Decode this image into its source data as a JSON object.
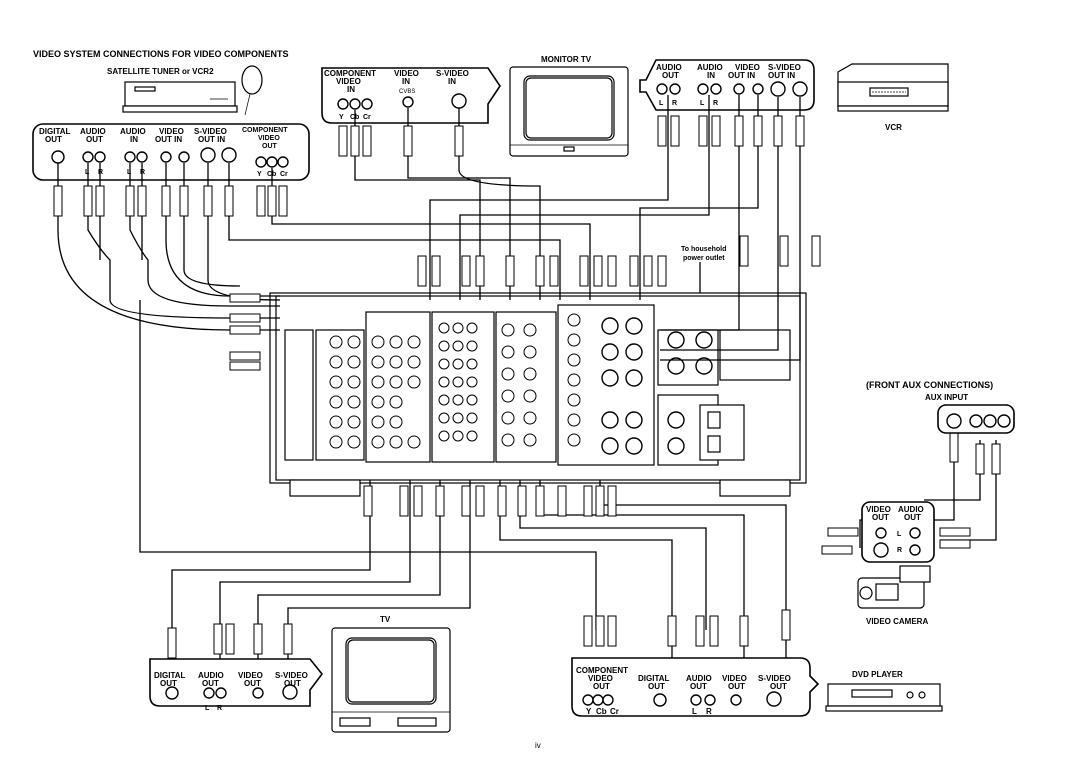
{
  "page": {
    "title": "VIDEO SYSTEM CONNECTIONS FOR VIDEO COMPONENTS",
    "page_number": "iv"
  },
  "devices": {
    "satellite_label": "SATELLITE TUNER or VCR2",
    "monitor_label": "MONITOR TV",
    "vcr_label": "VCR",
    "tv_label": "TV",
    "dvd_label": "DVD PLAYER",
    "camera_label": "VIDEO CAMERA",
    "front_aux_title": "(FRONT AUX CONNECTIONS)",
    "aux_input_label": "AUX INPUT",
    "outlet_note_1": "To household",
    "outlet_note_2": "power outlet"
  },
  "satellite_panel": {
    "terminals": [
      {
        "line1": "DIGITAL",
        "line2": "OUT"
      },
      {
        "line1": "AUDIO",
        "line2": "OUT"
      },
      {
        "line1": "AUDIO",
        "line2": "IN"
      },
      {
        "line1": "VIDEO",
        "line2": "OUT  IN"
      },
      {
        "line1": "S-VIDEO",
        "line2": "OUT  IN"
      },
      {
        "line1": "COMPONENT",
        "line2": "VIDEO",
        "line3": "OUT"
      }
    ],
    "lr": [
      "L",
      "R"
    ],
    "ycbcr": [
      "Y",
      "Cb",
      "Cr"
    ]
  },
  "monitor_panel": {
    "terminals": [
      {
        "line1": "COMPONENT",
        "line2": "VIDEO",
        "line3": "IN"
      },
      {
        "line1": "VIDEO",
        "line2": "IN",
        "line3": "CVBS"
      },
      {
        "line1": "S-VIDEO",
        "line2": "IN"
      }
    ],
    "ycbcr": [
      "Y",
      "Cb",
      "Cr"
    ]
  },
  "vcr_panel": {
    "terminals": [
      {
        "line1": "AUDIO",
        "line2": "OUT"
      },
      {
        "line1": "AUDIO",
        "line2": "IN"
      },
      {
        "line1": "VIDEO",
        "line2": "OUT  IN"
      },
      {
        "line1": "S-VIDEO",
        "line2": "OUT   IN"
      }
    ],
    "lr": [
      "L",
      "R"
    ]
  },
  "tv_panel": {
    "terminals": [
      {
        "line1": "DIGITAL",
        "line2": "OUT"
      },
      {
        "line1": "AUDIO",
        "line2": "OUT"
      },
      {
        "line1": "VIDEO",
        "line2": "OUT"
      },
      {
        "line1": "S-VIDEO",
        "line2": "OUT"
      }
    ],
    "lr": [
      "L",
      "R"
    ]
  },
  "dvd_panel": {
    "terminals": [
      {
        "line1": "COMPONENT",
        "line2": "VIDEO",
        "line3": "OUT"
      },
      {
        "line1": "DIGITAL",
        "line2": "OUT"
      },
      {
        "line1": "AUDIO",
        "line2": "OUT"
      },
      {
        "line1": "VIDEO",
        "line2": "OUT"
      },
      {
        "line1": "S-VIDEO",
        "line2": "OUT"
      }
    ],
    "ycbcr": [
      "Y",
      "Cb",
      "Cr"
    ],
    "lr": [
      "L",
      "R"
    ]
  },
  "camera_panel": {
    "terminals": [
      {
        "line1": "VIDEO",
        "line2": "OUT"
      },
      {
        "line1": "AUDIO",
        "line2": "OUT"
      }
    ],
    "lr": [
      "L",
      "R"
    ]
  }
}
